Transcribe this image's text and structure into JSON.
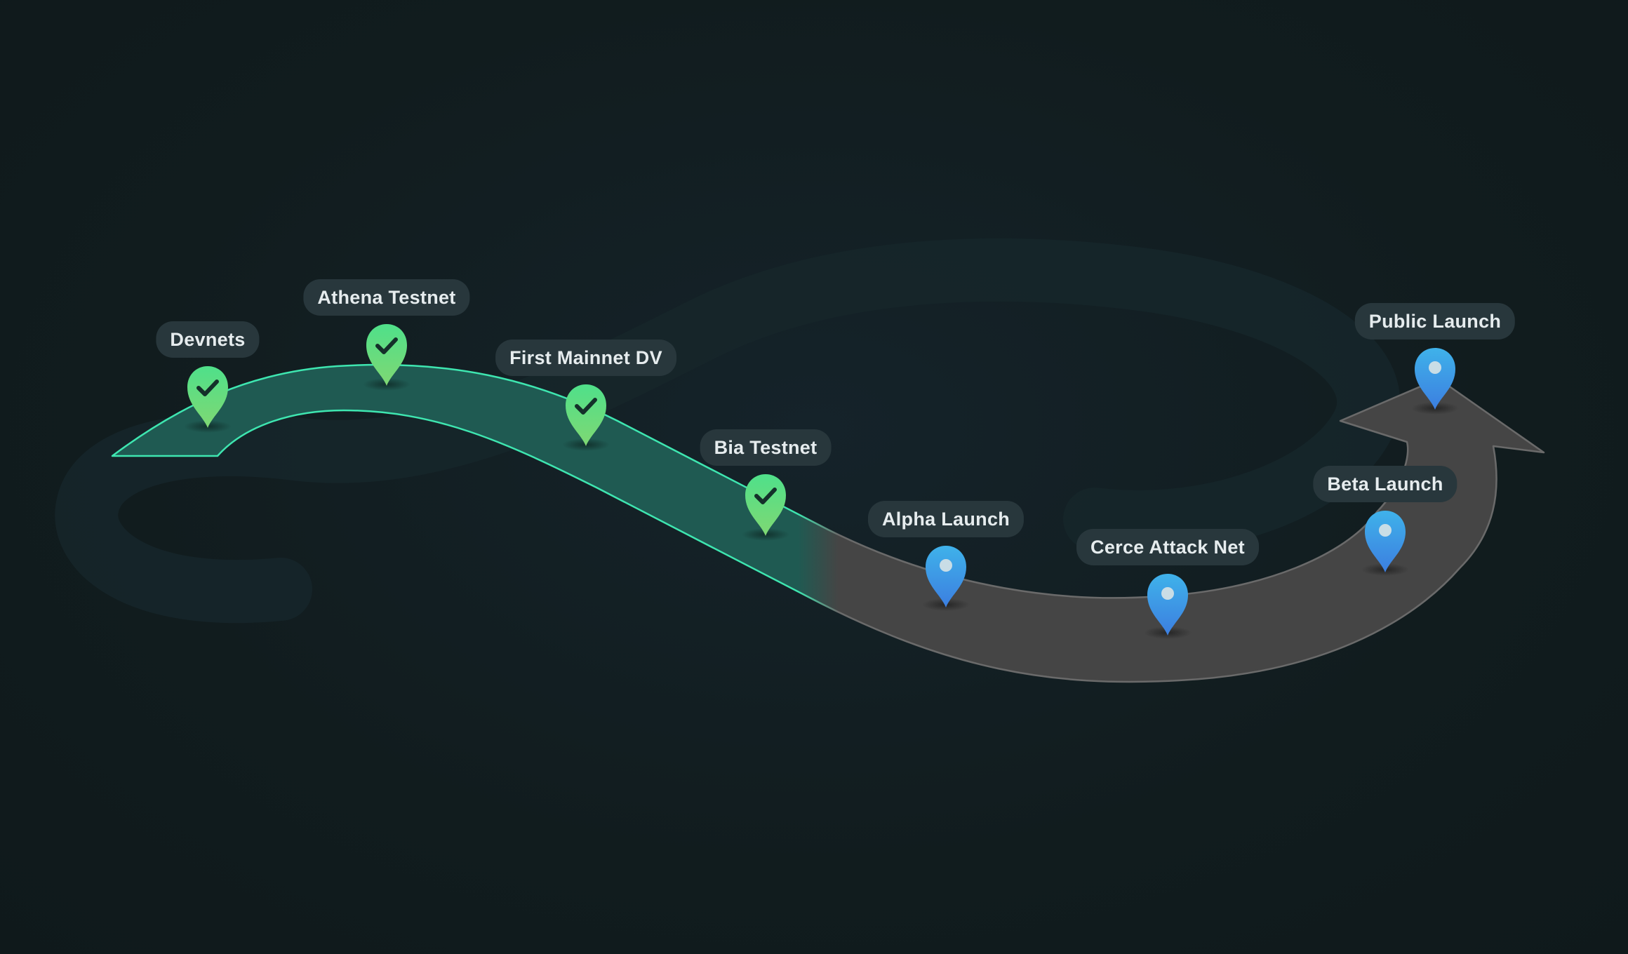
{
  "milestones": [
    {
      "name": "Devnets",
      "status": "completed",
      "icon": "check-icon"
    },
    {
      "name": "Athena Testnet",
      "status": "completed",
      "icon": "check-icon"
    },
    {
      "name": "First Mainnet DV",
      "status": "completed",
      "icon": "check-icon"
    },
    {
      "name": "Bia Testnet",
      "status": "completed",
      "icon": "check-icon"
    },
    {
      "name": "Alpha Launch",
      "status": "upcoming",
      "icon": "dot-icon"
    },
    {
      "name": "Cerce Attack Net",
      "status": "upcoming",
      "icon": "dot-icon"
    },
    {
      "name": "Beta Launch",
      "status": "upcoming",
      "icon": "dot-icon"
    },
    {
      "name": "Public Launch",
      "status": "upcoming",
      "icon": "dot-icon"
    }
  ],
  "colors": {
    "background": "#111c1e",
    "completed_path": "#1f5a52",
    "completed_edge": "#3ee6b0",
    "upcoming_path": "#454545",
    "pin_completed": "#5fdc7e",
    "pin_upcoming": "#3aa2e6",
    "label_bg": "#28373c",
    "label_text": "#e6ecee"
  }
}
